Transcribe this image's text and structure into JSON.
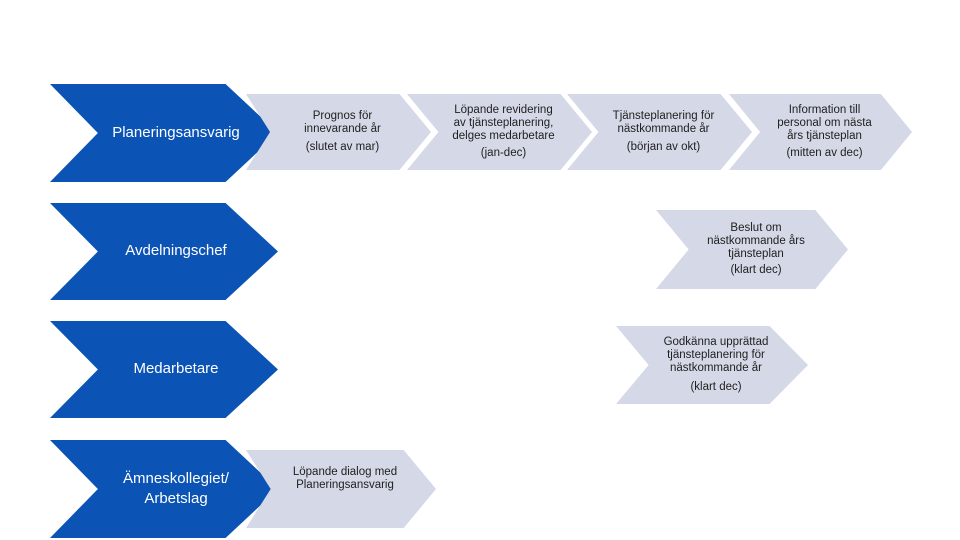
{
  "roles": {
    "planeringsansvarig": "Planeringsansvarig",
    "avdelningschef": "Avdelningschef",
    "medarbetare": "Medarbetare",
    "amneskollegiet_line1": "Ämneskollegiet/",
    "amneskollegiet_line2": "Arbetslag"
  },
  "steps": {
    "prognos": {
      "text": "Prognos för\ninnevarande år",
      "timing": "(slutet av mar)"
    },
    "lopande_revidering": {
      "text": "Löpande revidering\nav tjänsteplanering,\ndelges medarbetare",
      "timing": "(jan-dec)"
    },
    "tjansteplanering": {
      "text": "Tjänsteplanering för\nnästkommande år",
      "timing": "(början av okt)"
    },
    "information": {
      "text": "Information till\npersonal om nästa\nårs tjänsteplan",
      "timing": "(mitten av dec)"
    },
    "beslut": {
      "text": "Beslut om\nnästkommande års\ntjänsteplan",
      "timing": "(klart dec)"
    },
    "godkanna": {
      "text": "Godkänna upprättad\ntjänsteplanering för\nnästkommande år",
      "timing": "(klart dec)"
    },
    "lopande_dialog": {
      "text": "Löpande dialog med\nPlaneringsansvarig",
      "timing": ""
    }
  }
}
